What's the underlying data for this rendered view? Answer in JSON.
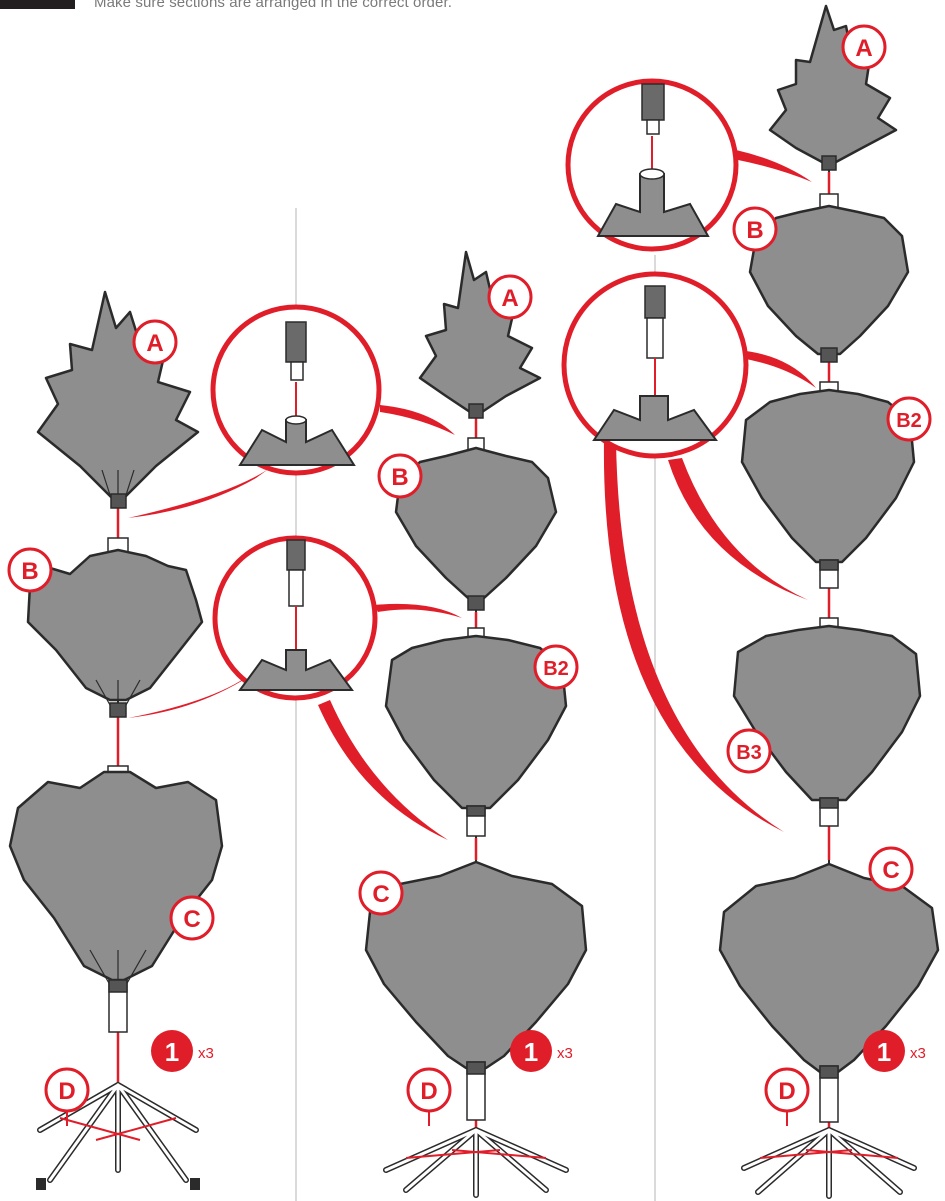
{
  "instruction": "Make sure sections are arranged in the correct order.",
  "colors": {
    "accent": "#e01e2a",
    "foliage": "#8e8e8e",
    "outline": "#2b2b2b",
    "divider": "#b5b5b5"
  },
  "configurations": [
    {
      "sections": [
        "A",
        "B",
        "C"
      ],
      "stand_label": "D",
      "part_number": "1",
      "part_quantity": "x3"
    },
    {
      "sections": [
        "A",
        "B",
        "B2",
        "C"
      ],
      "stand_label": "D",
      "part_number": "1",
      "part_quantity": "x3"
    },
    {
      "sections": [
        "A",
        "B",
        "B2",
        "B3",
        "C"
      ],
      "stand_label": "D",
      "part_number": "1",
      "part_quantity": "x3"
    }
  ]
}
